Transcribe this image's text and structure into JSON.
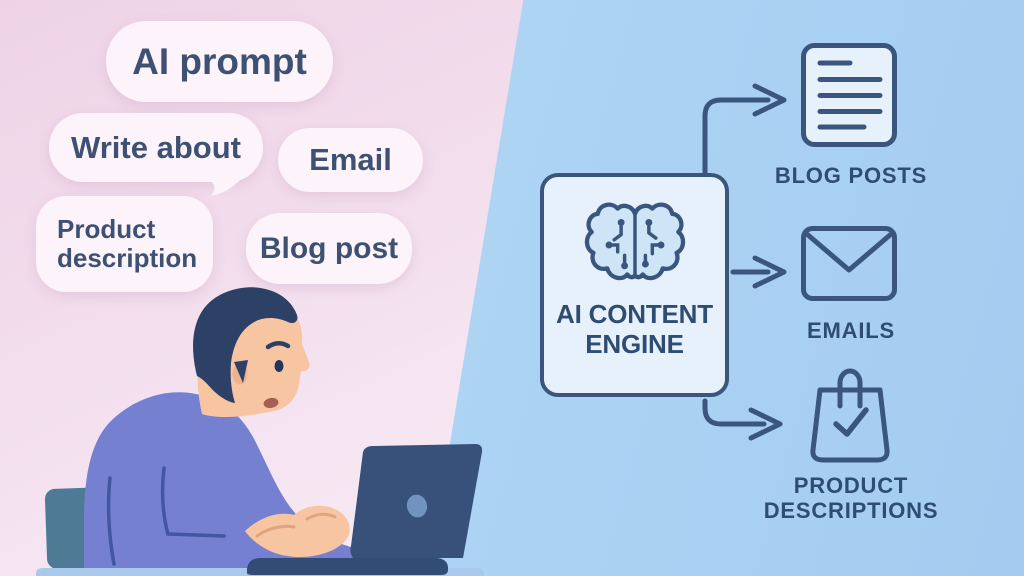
{
  "prompt_bubbles": [
    {
      "id": "ai-prompt",
      "label": "AI prompt"
    },
    {
      "id": "write-about",
      "label": "Write about"
    },
    {
      "id": "email",
      "label": "Email"
    },
    {
      "id": "product-description",
      "label": "Product description"
    },
    {
      "id": "blog-post",
      "label": "Blog post"
    }
  ],
  "engine": {
    "label": "AI CONTENT ENGINE",
    "icon": "brain-circuit-icon"
  },
  "outputs": [
    {
      "id": "blog-posts",
      "label": "BLOG POSTS",
      "icon": "document-lines-icon"
    },
    {
      "id": "emails",
      "label": "EMAILS",
      "icon": "envelope-icon"
    },
    {
      "id": "product-descriptions",
      "label": "PRODUCT DESCRIPTIONS",
      "icon": "shopping-bag-check-icon"
    }
  ],
  "illustration": {
    "person": "man-typing-on-laptop",
    "items": [
      "chair",
      "desk",
      "laptop"
    ]
  },
  "colors": {
    "pink_background": "#f1d9e9",
    "blue_background": "#aed4f4",
    "bubble_background": "#fcf4fa",
    "bubble_text": "#3e5173",
    "diagram_stroke": "#3a567e",
    "diagram_text": "#2f4c73",
    "engine_box_fill": "#e7f1fb",
    "brain_fill": "#cde5f7",
    "sweater": "#7580d1",
    "skin": "#f7c5a2",
    "hair": "#2d4065",
    "laptop": "#37517b",
    "desk": "#a9c9ea",
    "chair": "#4e7a95"
  }
}
